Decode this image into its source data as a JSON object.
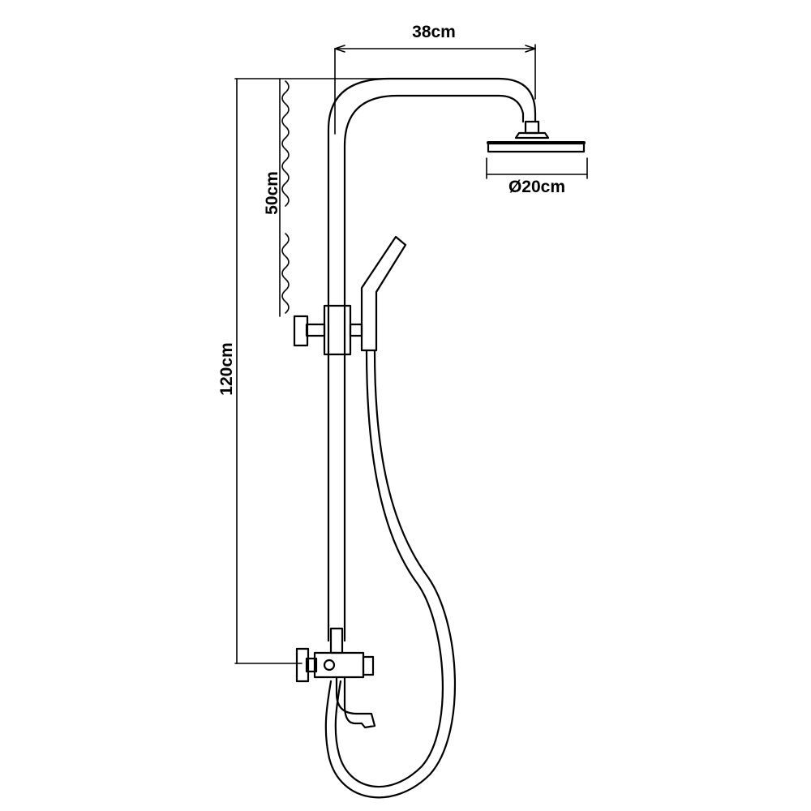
{
  "dimensions": {
    "width_label": "38cm",
    "diameter_label": "Ø20cm",
    "height_label": "120cm",
    "slide_label": "50cm"
  }
}
